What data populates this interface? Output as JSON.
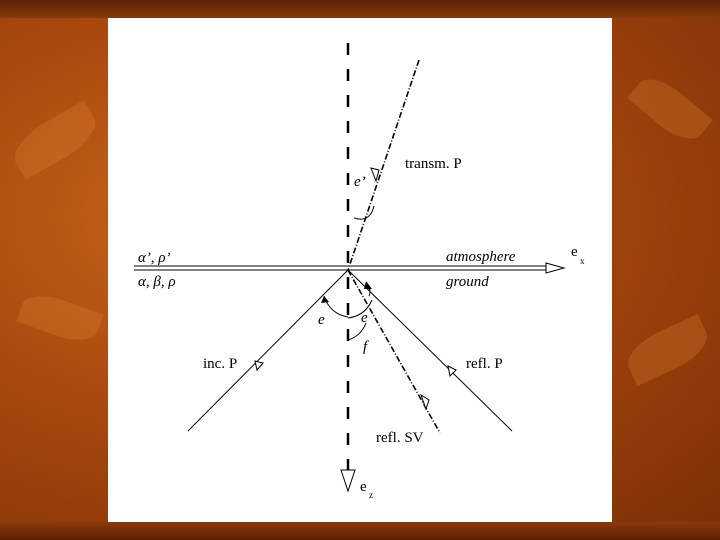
{
  "diagram": {
    "labels": {
      "transmitted_p": "transm. P",
      "incident_p": "inc. P",
      "reflected_p": "refl. P",
      "reflected_sv": "refl. SV",
      "atmosphere": "atmosphere",
      "ground": "ground",
      "upper_medium_params": "α’, ρ’",
      "lower_medium_params": "α, β, ρ",
      "axis_x": "e",
      "axis_x_sub": "x",
      "axis_z": "e",
      "axis_z_sub": "z",
      "angle_incident": "e",
      "angle_reflected": "e",
      "angle_transmitted": "e’",
      "angle_sv": "f"
    }
  }
}
